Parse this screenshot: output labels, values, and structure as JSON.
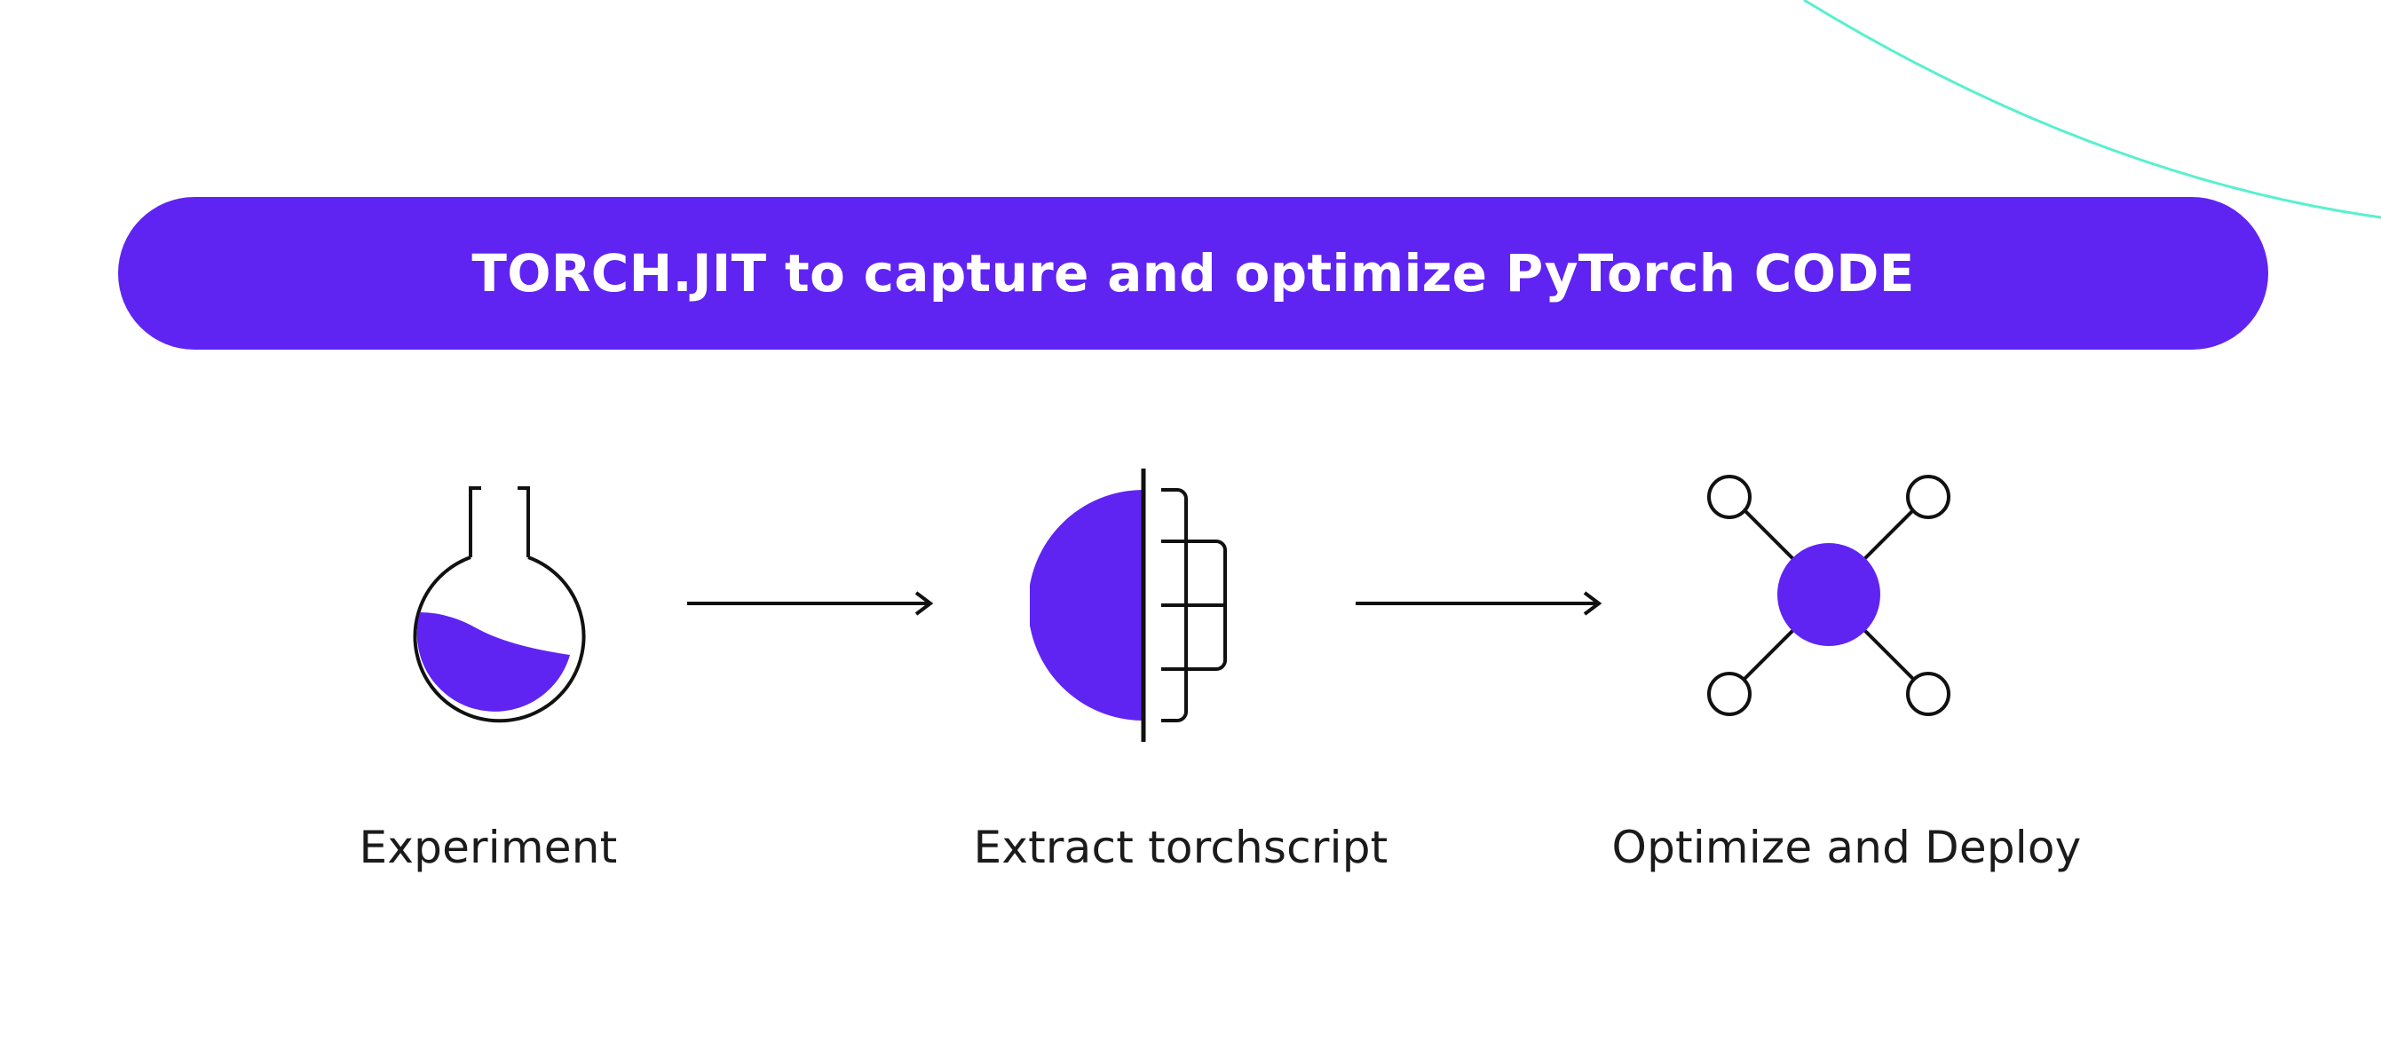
{
  "title": "TORCH.JIT to capture and optimize PyTorch CODE",
  "steps": [
    {
      "label": "Experiment",
      "icon": "flask-icon"
    },
    {
      "label": "Extract torchscript",
      "icon": "torchscript-icon"
    },
    {
      "label": "Optimize and Deploy",
      "icon": "network-icon"
    }
  ],
  "colors": {
    "accent": "#5f24f2",
    "line": "#111111",
    "decor": "#58f0cf",
    "text": "#1b1b1b",
    "background": "#ffffff"
  }
}
